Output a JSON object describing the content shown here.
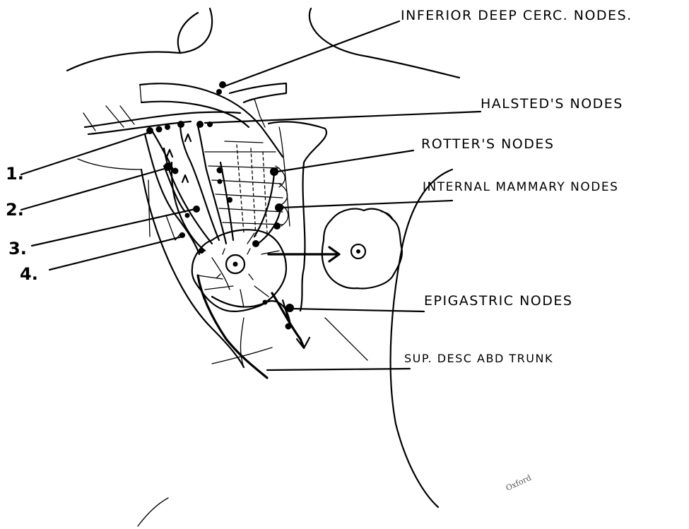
{
  "labels": {
    "inferior_deep_cerc_nodes": "INFERIOR DEEP CERC. NODES.",
    "halsteds_nodes": "HALSTED'S NODES",
    "rotters_nodes": "ROTTER'S NODES",
    "internal_mammary_nodes": "INTERNAL MAMMARY NODES",
    "epigastric_nodes": "EPIGASTRIC NODES",
    "sup_desc_abd_trunk": "SUP. DESC ABD TRUNK"
  },
  "numbers": [
    "1.",
    "2.",
    "3.",
    "4."
  ],
  "signature": "Oxford"
}
